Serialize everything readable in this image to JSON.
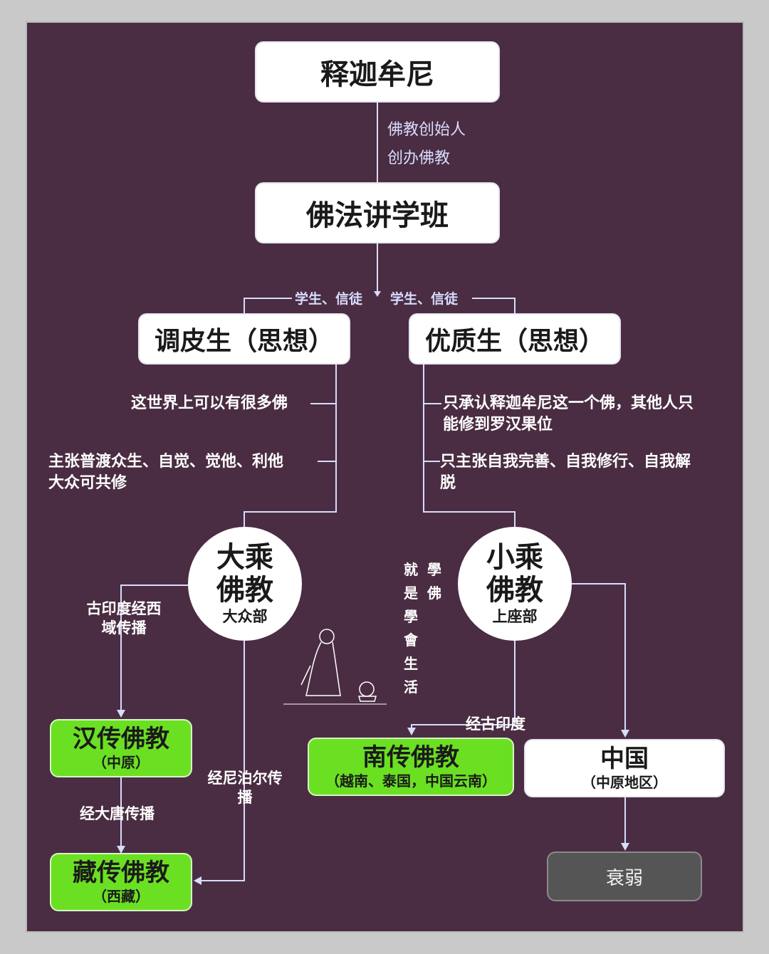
{
  "nodes": {
    "shakyamuni": "释迦牟尼",
    "class": "佛法讲学班",
    "naughty": "调皮生（思想）",
    "excellent": "优质生（思想）",
    "mahayana_line1": "大乘",
    "mahayana_line2": "佛教",
    "mahayana_sub": "大众部",
    "hinayana_line1": "小乘",
    "hinayana_line2": "佛教",
    "hinayana_sub": "上座部",
    "han": "汉传佛教",
    "han_sub": "（中原）",
    "tibet": "藏传佛教",
    "tibet_sub": "（西藏）",
    "south": "南传佛教",
    "south_sub": "（越南、泰国，中国云南）",
    "china": "中国",
    "china_sub": "（中原地区）",
    "decline": "衰弱"
  },
  "labels": {
    "founder": "佛教创始人",
    "founded": "创办佛教",
    "students_left": "学生、信徒",
    "students_right": "学生、信徒",
    "left_point1": "这世界上可以有很多佛",
    "left_point2": "主张普渡众生、自觉、觉他、利他\n大众可共修",
    "right_point1": "只承认释迦牟尼这一个佛，其他人只\n能修到罗汉果位",
    "right_point2": "只主张自我完善、自我修行、自我解\n脱",
    "via_west": "古印度经西\n域传播",
    "via_tang": "经大唐传播",
    "via_nepal": "经尼泊尔传\n播",
    "via_india": "经古印度"
  },
  "calligraphy": {
    "col1": "學佛",
    "col2": "就是學會生活"
  },
  "colors": {
    "background": "#4a2d42",
    "green": "#6be023",
    "line": "#d8dcff"
  }
}
